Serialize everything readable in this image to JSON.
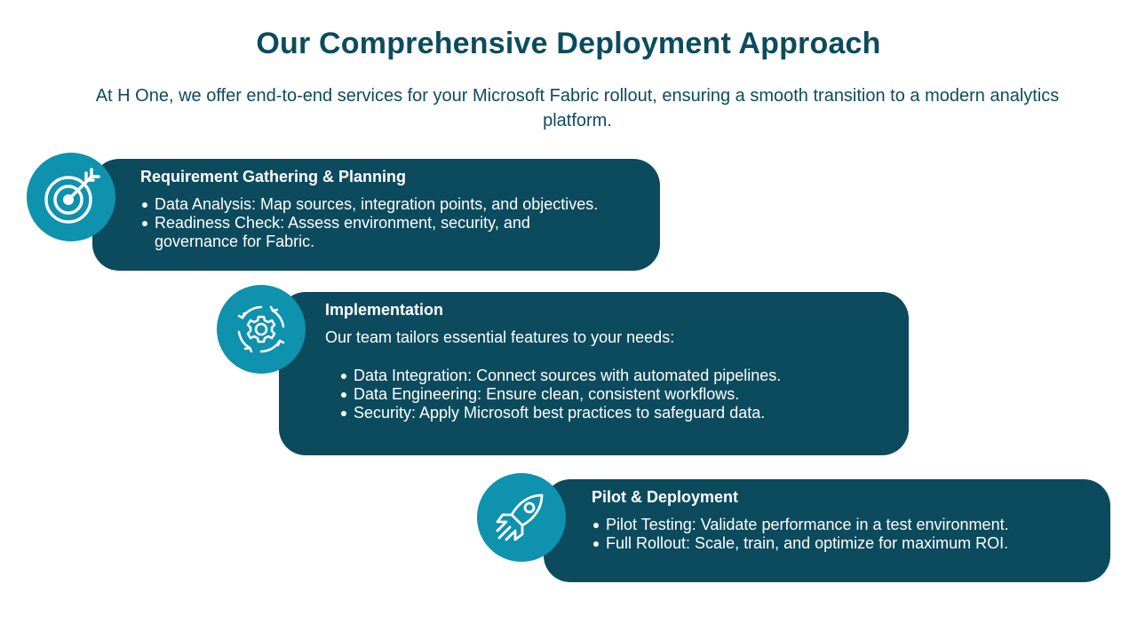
{
  "header": {
    "title": "Our Comprehensive Deployment Approach",
    "subtitle": "At H One, we offer end-to-end services for your Microsoft Fabric rollout, ensuring a smooth transition to a modern analytics platform."
  },
  "colors": {
    "primary": "#0c4b5e",
    "accent": "#0e92ad",
    "text_on_dark": "#ffffff"
  },
  "steps": [
    {
      "icon": "target-icon",
      "title": "Requirement Gathering & Planning",
      "bullets": [
        "Data Analysis: Map sources, integration points, and objectives.",
        "Readiness Check: Assess environment, security, and governance for Fabric."
      ]
    },
    {
      "icon": "gear-cycle-icon",
      "title": "Implementation",
      "intro": "Our team tailors essential features to your needs:",
      "bullets": [
        "Data Integration: Connect sources with automated pipelines.",
        "Data Engineering: Ensure clean, consistent workflows.",
        "Security: Apply Microsoft best practices to safeguard data."
      ]
    },
    {
      "icon": "rocket-icon",
      "title": "Pilot & Deployment",
      "bullets": [
        "Pilot Testing: Validate performance in a test environment.",
        "Full Rollout: Scale, train, and optimize for maximum ROI."
      ]
    }
  ]
}
